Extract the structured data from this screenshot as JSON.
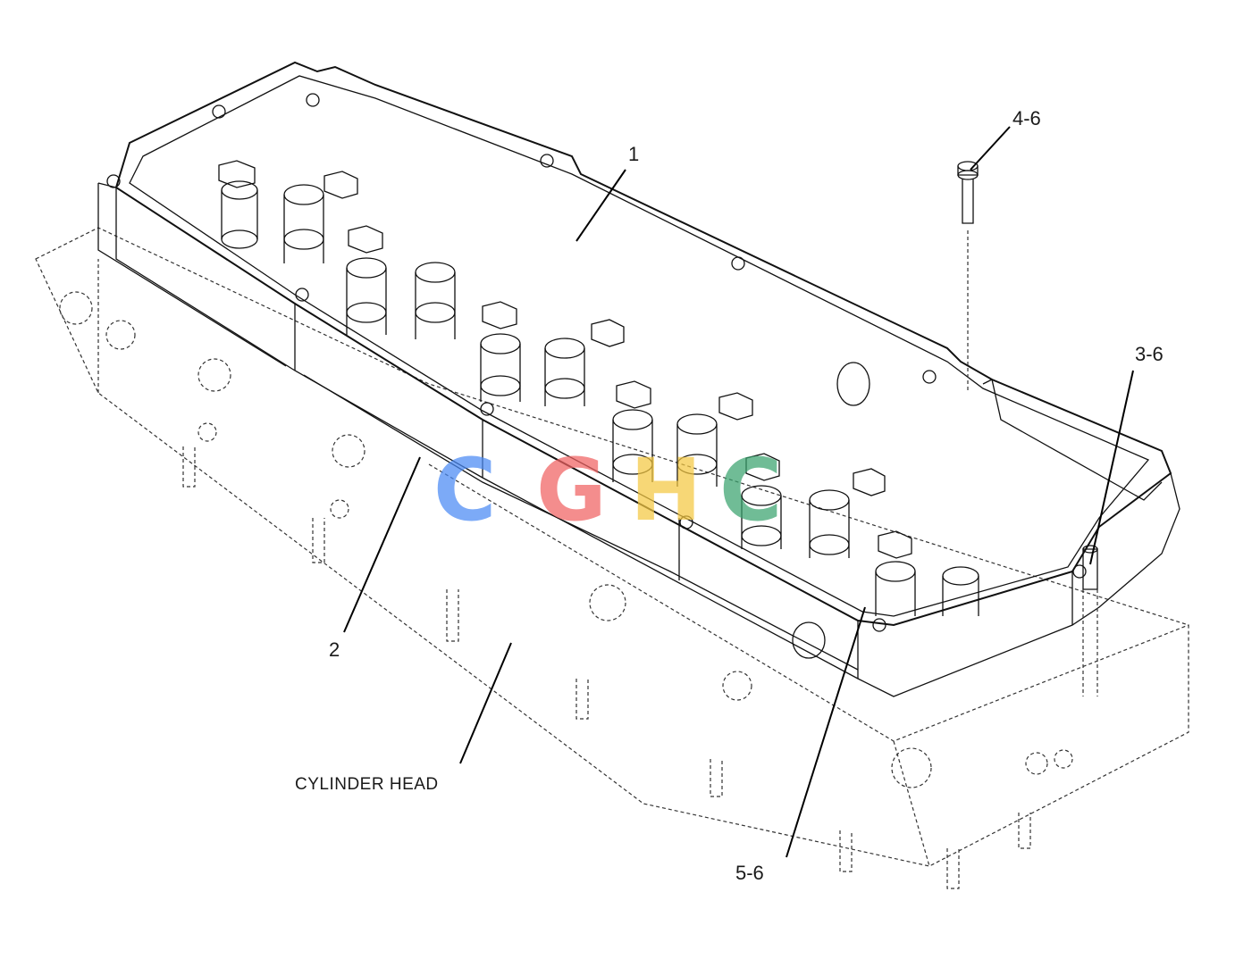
{
  "callouts": {
    "part_1": "1",
    "part_2": "2",
    "part_3_6": "3-6",
    "part_4_6": "4-6",
    "part_5_6": "5-6"
  },
  "caption": "CYLINDER HEAD",
  "watermark": {
    "letters": [
      "C",
      "G",
      "H",
      "C"
    ],
    "colors": [
      "#4a8af4",
      "#f06262",
      "#f5c842",
      "#3aa36e"
    ]
  }
}
